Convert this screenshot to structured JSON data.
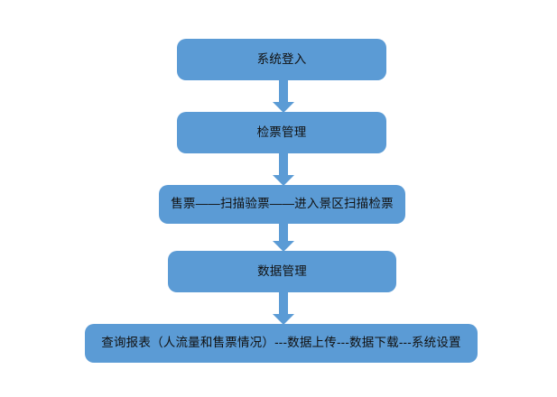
{
  "diagram": {
    "type": "flowchart",
    "orientation": "vertical-top-to-bottom",
    "background_color": "#FFFFFF",
    "node_fill_color": "#5B9BD5",
    "node_text_color": "#111111",
    "connector_color": "#5B9BD5",
    "nodes": [
      {
        "id": "node-1",
        "label": "系统登入",
        "shape": "rounded-rectangle"
      },
      {
        "id": "node-2",
        "label": "检票管理",
        "shape": "rounded-rectangle"
      },
      {
        "id": "node-3",
        "label": "售票——扫描验票——进入景区扫描检票",
        "shape": "rounded-rectangle"
      },
      {
        "id": "node-4",
        "label": "数据管理",
        "shape": "rounded-rectangle"
      },
      {
        "id": "node-5",
        "label": "查询报表（人流量和售票情况）---数据上传---数据下载---系统设置",
        "shape": "rounded-rectangle"
      }
    ],
    "connectors": [
      {
        "id": "arrow-1",
        "from": "node-1",
        "to": "node-2",
        "glyph": "down-arrow"
      },
      {
        "id": "arrow-2",
        "from": "node-2",
        "to": "node-3",
        "glyph": "down-arrow"
      },
      {
        "id": "arrow-3",
        "from": "node-3",
        "to": "node-4",
        "glyph": "down-arrow"
      },
      {
        "id": "arrow-4",
        "from": "node-4",
        "to": "node-5",
        "glyph": "down-arrow"
      }
    ]
  }
}
